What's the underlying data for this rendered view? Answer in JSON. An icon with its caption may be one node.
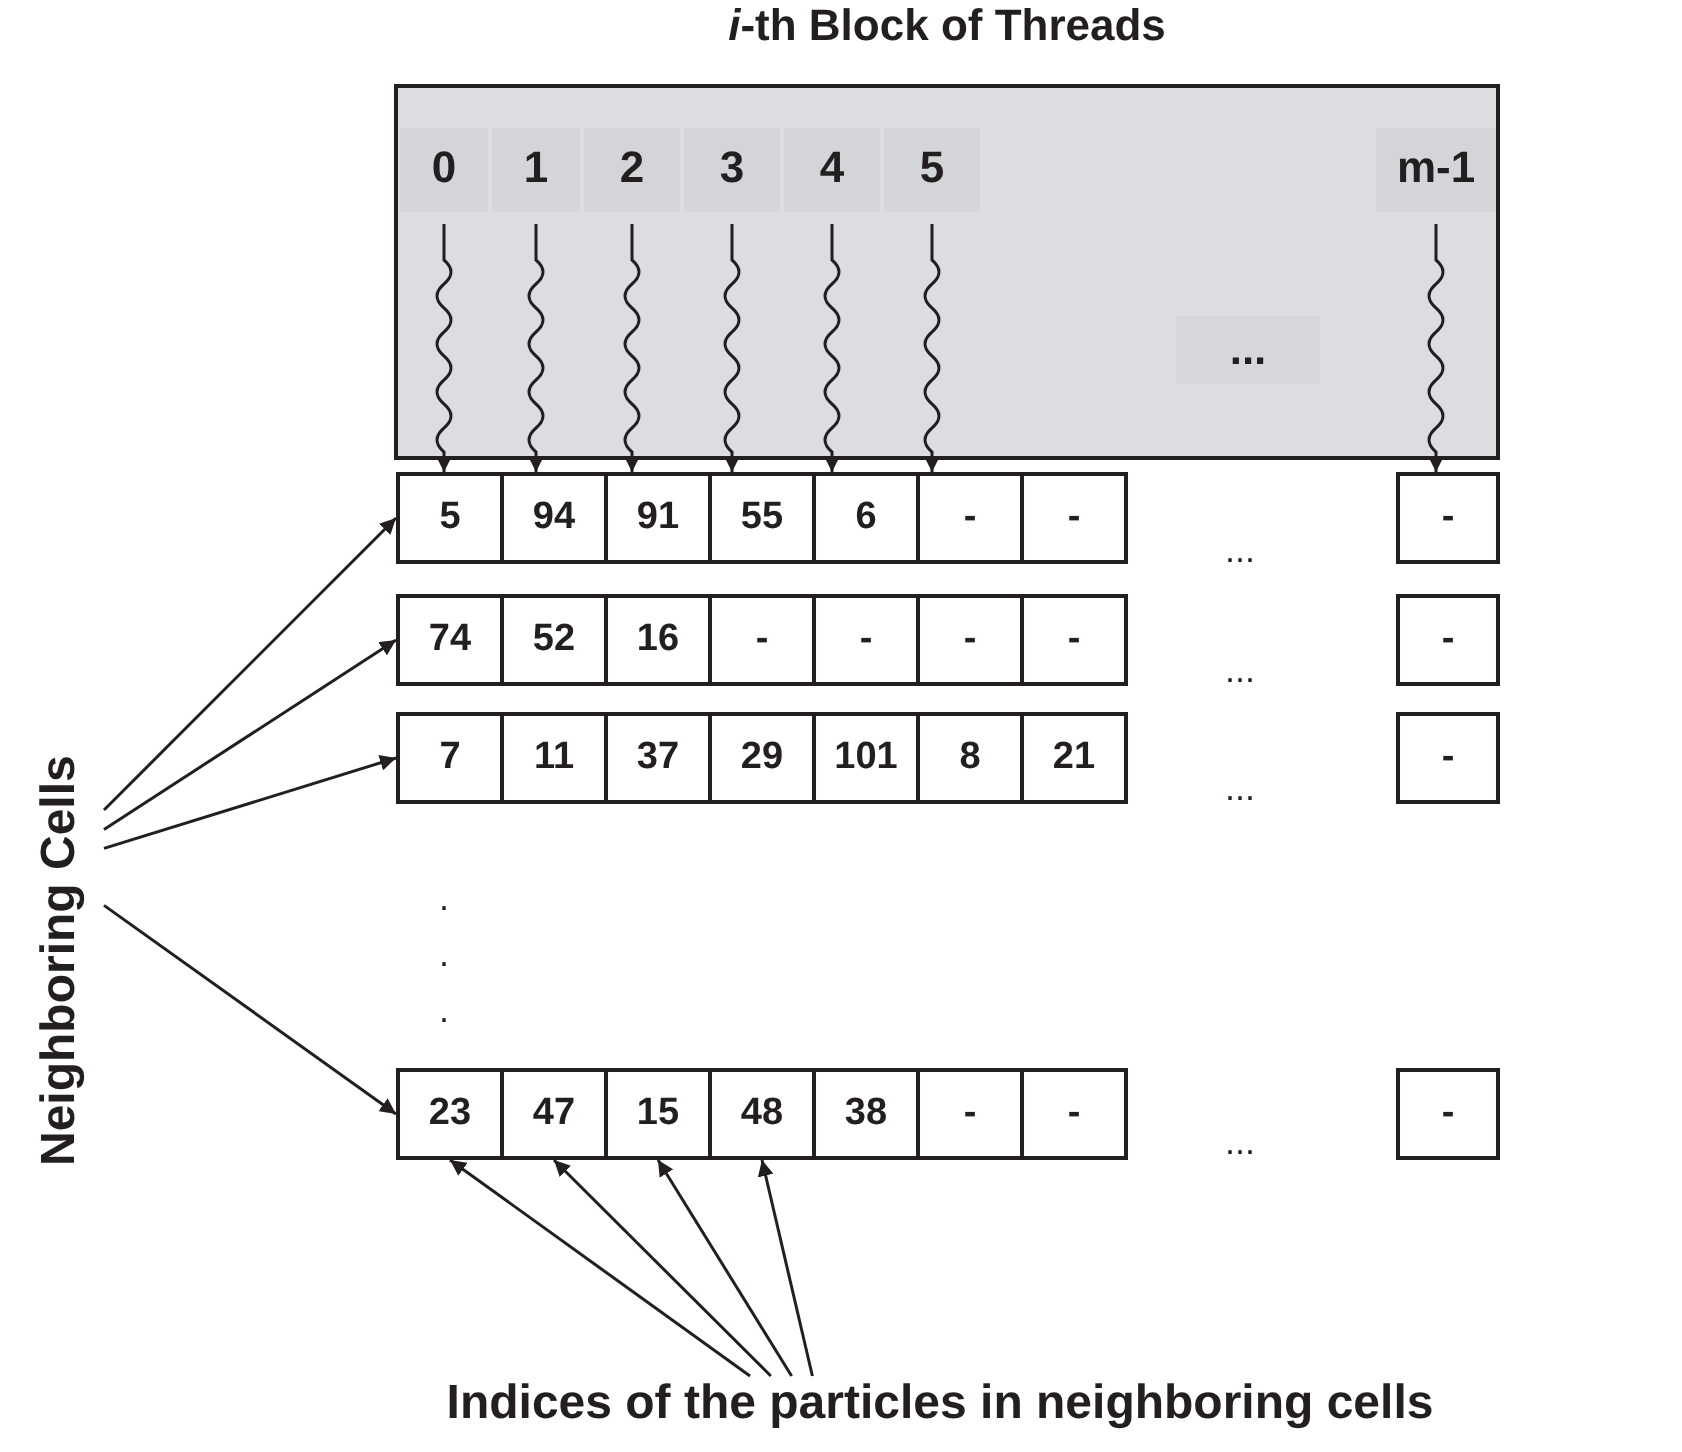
{
  "diagram": {
    "nodes": [
      {
        "text": [
          "*i*-th Block of Threads"
        ]
      },
      {
        "text": [
          "0"
        ],
        "in": 0
      },
      {
        "text": [
          "1"
        ],
        "in": 0
      },
      {
        "text": [
          "2"
        ],
        "in": 0
      },
      {
        "text": [
          "3"
        ],
        "in": 0
      },
      {
        "text": [
          "4"
        ],
        "in": 0
      },
      {
        "text": [
          "5"
        ],
        "in": 0
      },
      {
        "text": [
          "m-1"
        ],
        "in": 0
      },
      {
        "text": [],
        "shape": "bar"
      },
      {
        "text": [
          "5"
        ],
        "in": 8
      },
      {
        "text": [
          "94"
        ],
        "in": 8
      },
      {
        "text": [
          "91"
        ],
        "in": 8
      },
      {
        "text": [
          "55"
        ],
        "in": 8
      },
      {
        "text": [
          "6"
        ],
        "in": 8
      },
      {
        "text": [
          "-"
        ],
        "in": 8
      },
      {
        "text": [
          "-"
        ],
        "in": 8
      },
      {
        "text": [
          "-"
        ]
      },
      {
        "text": [],
        "shape": "bar"
      },
      {
        "text": [
          "74"
        ],
        "in": 17
      },
      {
        "text": [
          "52"
        ],
        "in": 17
      },
      {
        "text": [
          "16"
        ],
        "in": 17
      },
      {
        "text": [
          "-"
        ],
        "in": 17
      },
      {
        "text": [
          "-"
        ],
        "in": 17
      },
      {
        "text": [
          "-"
        ],
        "in": 17
      },
      {
        "text": [
          "-"
        ],
        "in": 17
      },
      {
        "text": [
          "-"
        ]
      },
      {
        "text": [],
        "shape": "bar"
      },
      {
        "text": [
          "7"
        ],
        "in": 26
      },
      {
        "text": [
          "11"
        ],
        "in": 26
      },
      {
        "text": [
          "37"
        ],
        "in": 26
      },
      {
        "text": [
          "29"
        ],
        "in": 26
      },
      {
        "text": [
          "101"
        ],
        "in": 26
      },
      {
        "text": [
          "8"
        ],
        "in": 26
      },
      {
        "text": [
          "21"
        ],
        "in": 26
      },
      {
        "text": [
          "-"
        ]
      },
      {
        "text": [],
        "shape": "bar"
      },
      {
        "text": [
          "23"
        ],
        "in": 35
      },
      {
        "text": [
          "47"
        ],
        "in": 35
      },
      {
        "text": [
          "15"
        ],
        "in": 35
      },
      {
        "text": [
          "48"
        ],
        "in": 35
      },
      {
        "text": [
          "38"
        ],
        "in": 35
      },
      {
        "text": [
          "-"
        ],
        "in": 35
      },
      {
        "text": [
          "-"
        ],
        "in": 35
      },
      {
        "text": [
          "-"
        ]
      },
      {
        "text": [
          "Neighboring Cells"
        ]
      },
      {
        "text": [
          "Indices of the particles in neighboring cells"
        ]
      }
    ],
    "edges": [
      {
        "from": 1,
        "to": 9,
        "arrow": "to"
      },
      {
        "from": 2,
        "to": 10,
        "arrow": "to"
      },
      {
        "from": 3,
        "to": 11,
        "arrow": "to"
      },
      {
        "from": 4,
        "to": 12,
        "arrow": "to"
      },
      {
        "from": 5,
        "to": 13,
        "arrow": "to"
      },
      {
        "from": 6,
        "to": 14,
        "arrow": "to"
      },
      {
        "from": 7,
        "to": 16,
        "arrow": "to"
      },
      {
        "from": 44,
        "to": 8,
        "arrow": "to"
      },
      {
        "from": 44,
        "to": 17,
        "arrow": "to"
      },
      {
        "from": 44,
        "to": 26,
        "arrow": "to"
      },
      {
        "from": 44,
        "to": 35,
        "arrow": "to"
      },
      {
        "from": 45,
        "to": 36,
        "arrow": "to"
      },
      {
        "from": 45,
        "to": 37,
        "arrow": "to"
      },
      {
        "from": 45,
        "to": 38,
        "arrow": "to"
      },
      {
        "from": 45,
        "to": 39,
        "arrow": "to"
      }
    ],
    "labels": [
      "...",
      "...",
      "...",
      "...",
      ".",
      ".",
      ".",
      "..."
    ]
  }
}
